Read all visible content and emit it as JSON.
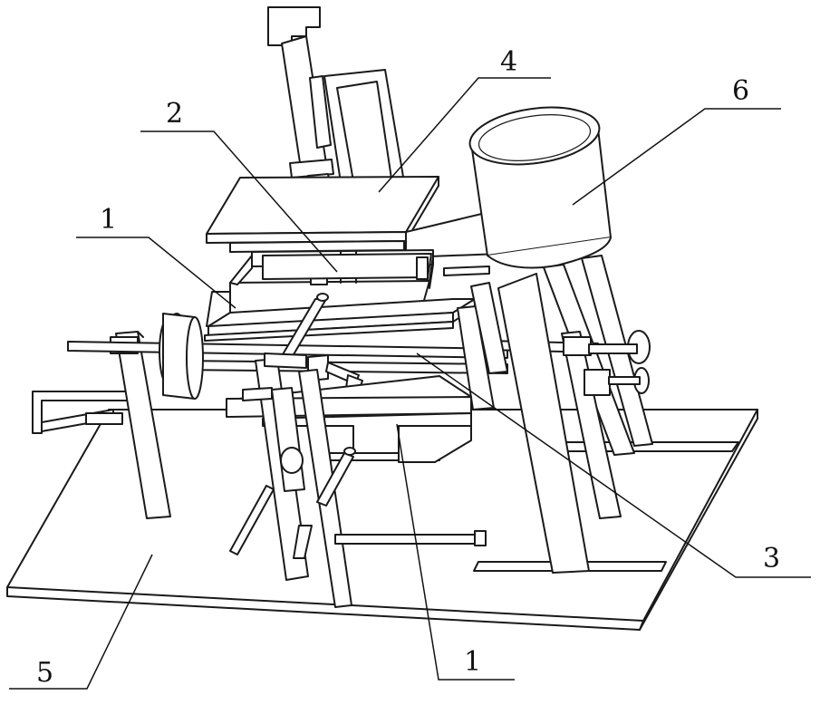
{
  "labels": {
    "l4": "4",
    "l6": "6",
    "l2": "2",
    "l1_top": "1",
    "l3": "3",
    "l5": "5",
    "l1_bottom": "1"
  }
}
